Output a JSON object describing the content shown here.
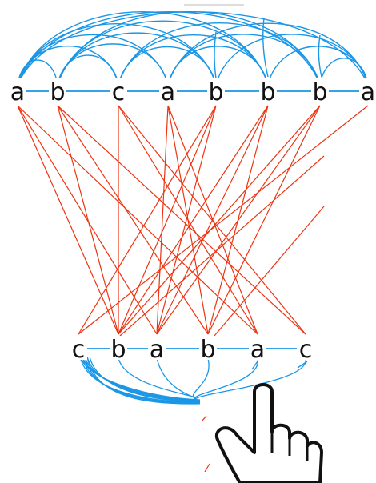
{
  "colors": {
    "background": "#ffffff",
    "top_arc": "#1a96e6",
    "bottom_arc": "#1a96e6",
    "chain_line": "#1a96e6",
    "cross_edge": "#ee3311",
    "label": "#111111",
    "cursor_fill": "#ffffff",
    "cursor_stroke": "#111111"
  },
  "top_row": {
    "nodes": [
      "a",
      "b",
      "c",
      "a",
      "b",
      "b",
      "b",
      "a"
    ]
  },
  "bottom_row": {
    "nodes": [
      "c",
      "b",
      "a",
      "b",
      "a",
      "c"
    ]
  },
  "cursor": {
    "icon": "hand-pointer-icon"
  }
}
